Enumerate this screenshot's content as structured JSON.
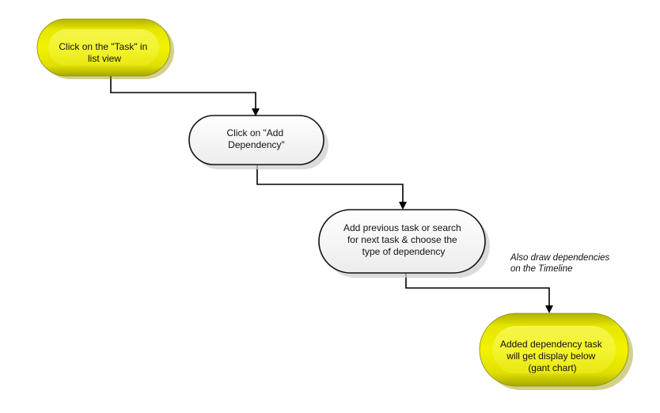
{
  "nodes": [
    {
      "id": "step1",
      "lines": [
        "Click on the \"Task\" in",
        "list view"
      ]
    },
    {
      "id": "step2",
      "lines": [
        "Click on \"Add",
        "Dependency\""
      ]
    },
    {
      "id": "step3",
      "lines": [
        "Add previous task or search",
        "for next task & choose the",
        "type of dependency"
      ]
    },
    {
      "id": "step4",
      "lines": [
        "Added dependency task",
        "will get display below",
        "(gant chart)"
      ]
    }
  ],
  "annotation": {
    "lines": [
      "Also draw dependencies",
      "on the Timeline"
    ]
  },
  "colors": {
    "yellow_fill": "#e6e600",
    "yellow_dark": "#a8a800",
    "yellow_light": "#ffff99",
    "white_fill": "#f2f2f2",
    "outline": "#111111",
    "connector": "#000000"
  }
}
